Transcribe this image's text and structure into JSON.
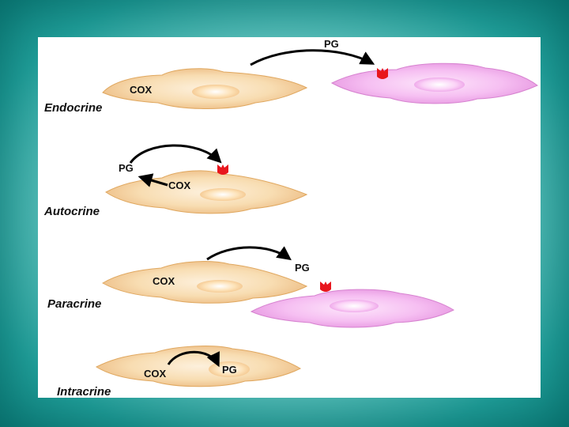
{
  "colors": {
    "cell_source": "#f6d6a6",
    "cell_target": "#f3b4ee",
    "receptor": "#e8161d",
    "arrow": "#000000"
  },
  "panels": [
    {
      "mode": "Endocrine",
      "enzyme": "COX",
      "product": "PG"
    },
    {
      "mode": "Autocrine",
      "enzyme": "COX",
      "product": "PG"
    },
    {
      "mode": "Paracrine",
      "enzyme": "COX",
      "product": "PG"
    },
    {
      "mode": "Intracrine",
      "enzyme": "COX",
      "product": "PG"
    }
  ]
}
